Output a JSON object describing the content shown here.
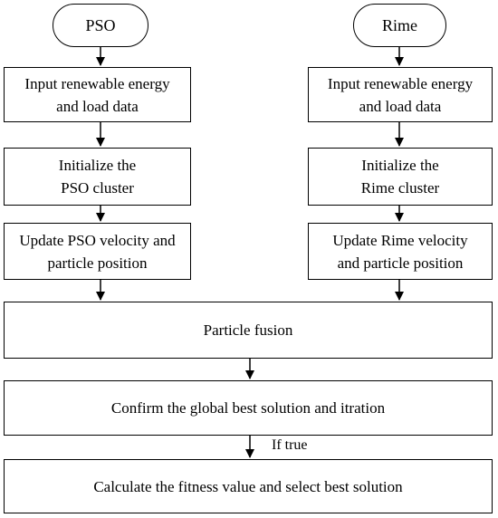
{
  "left": {
    "start": "PSO",
    "step1": [
      "Input renewable energy",
      "and load data"
    ],
    "step2": [
      "Initialize the",
      "PSO cluster"
    ],
    "step3": [
      "Update PSO velocity and",
      "particle position"
    ]
  },
  "right": {
    "start": "Rime",
    "step1": [
      "Input renewable energy",
      "and load data"
    ],
    "step2": [
      "Initialize the",
      "Rime cluster"
    ],
    "step3": [
      "Update Rime velocity",
      "and particle position"
    ]
  },
  "fusion": "Particle fusion",
  "confirm": "Confirm the global best solution and itration",
  "condition": "If true",
  "final": "Calculate the fitness value and select best solution"
}
